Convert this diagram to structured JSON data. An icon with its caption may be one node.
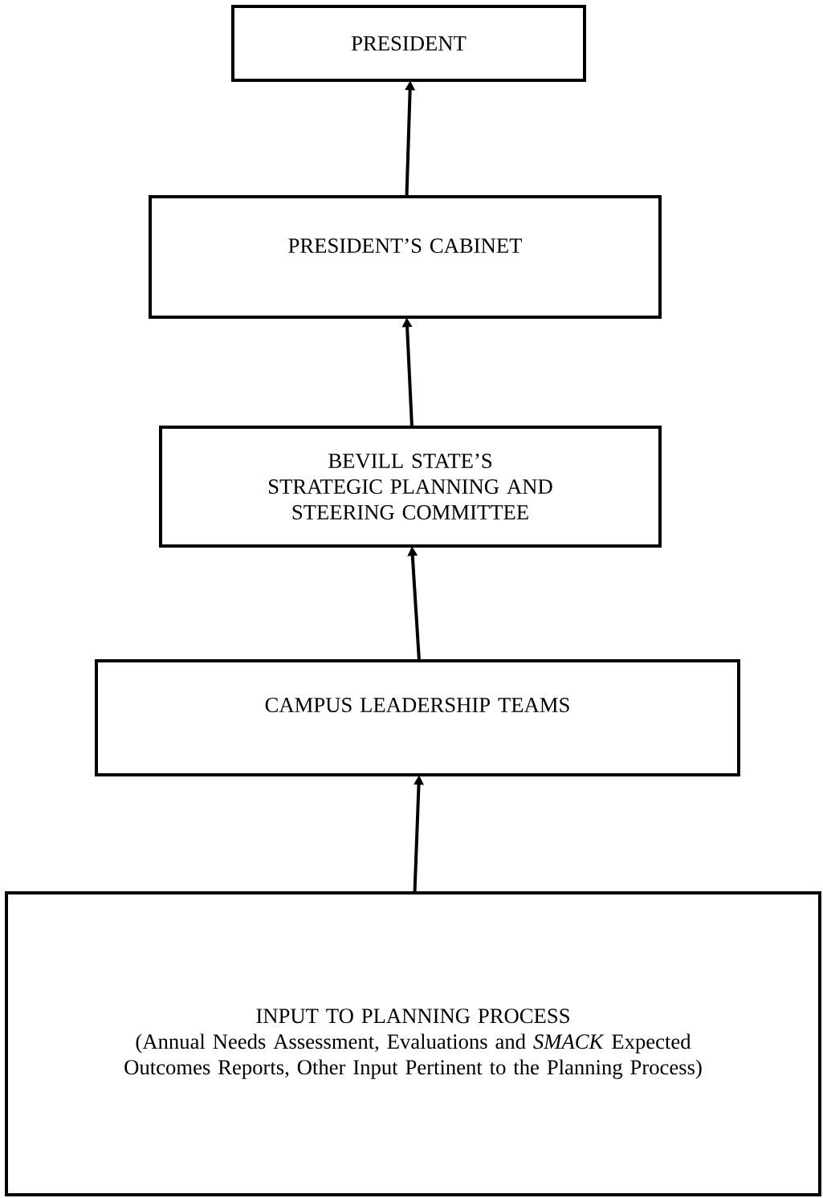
{
  "diagram": {
    "nodes": [
      {
        "text": [
          "PRESIDENT"
        ]
      },
      {
        "text": [
          "PRESIDENT’S CABINET"
        ]
      },
      {
        "text": [
          "BEVILL STATE’S",
          "STRATEGIC PLANNING AND STEERING COMMITTEE"
        ]
      },
      {
        "text": [
          "CAMPUS LEADERSHIP TEAMS"
        ]
      },
      {
        "text": [
          "INPUT TO PLANNING PROCESS",
          "(Annual Needs Assessment, Evaluations and *SMACK* Expected Outcomes Reports, Other Input Pertinent to the Planning Process)"
        ]
      }
    ],
    "edges": [
      {
        "from": 1,
        "to": 0,
        "arrow": "to"
      },
      {
        "from": 2,
        "to": 1,
        "arrow": "to"
      },
      {
        "from": 3,
        "to": 2,
        "arrow": "to"
      },
      {
        "from": 4,
        "to": 3,
        "arrow": "to"
      }
    ]
  }
}
